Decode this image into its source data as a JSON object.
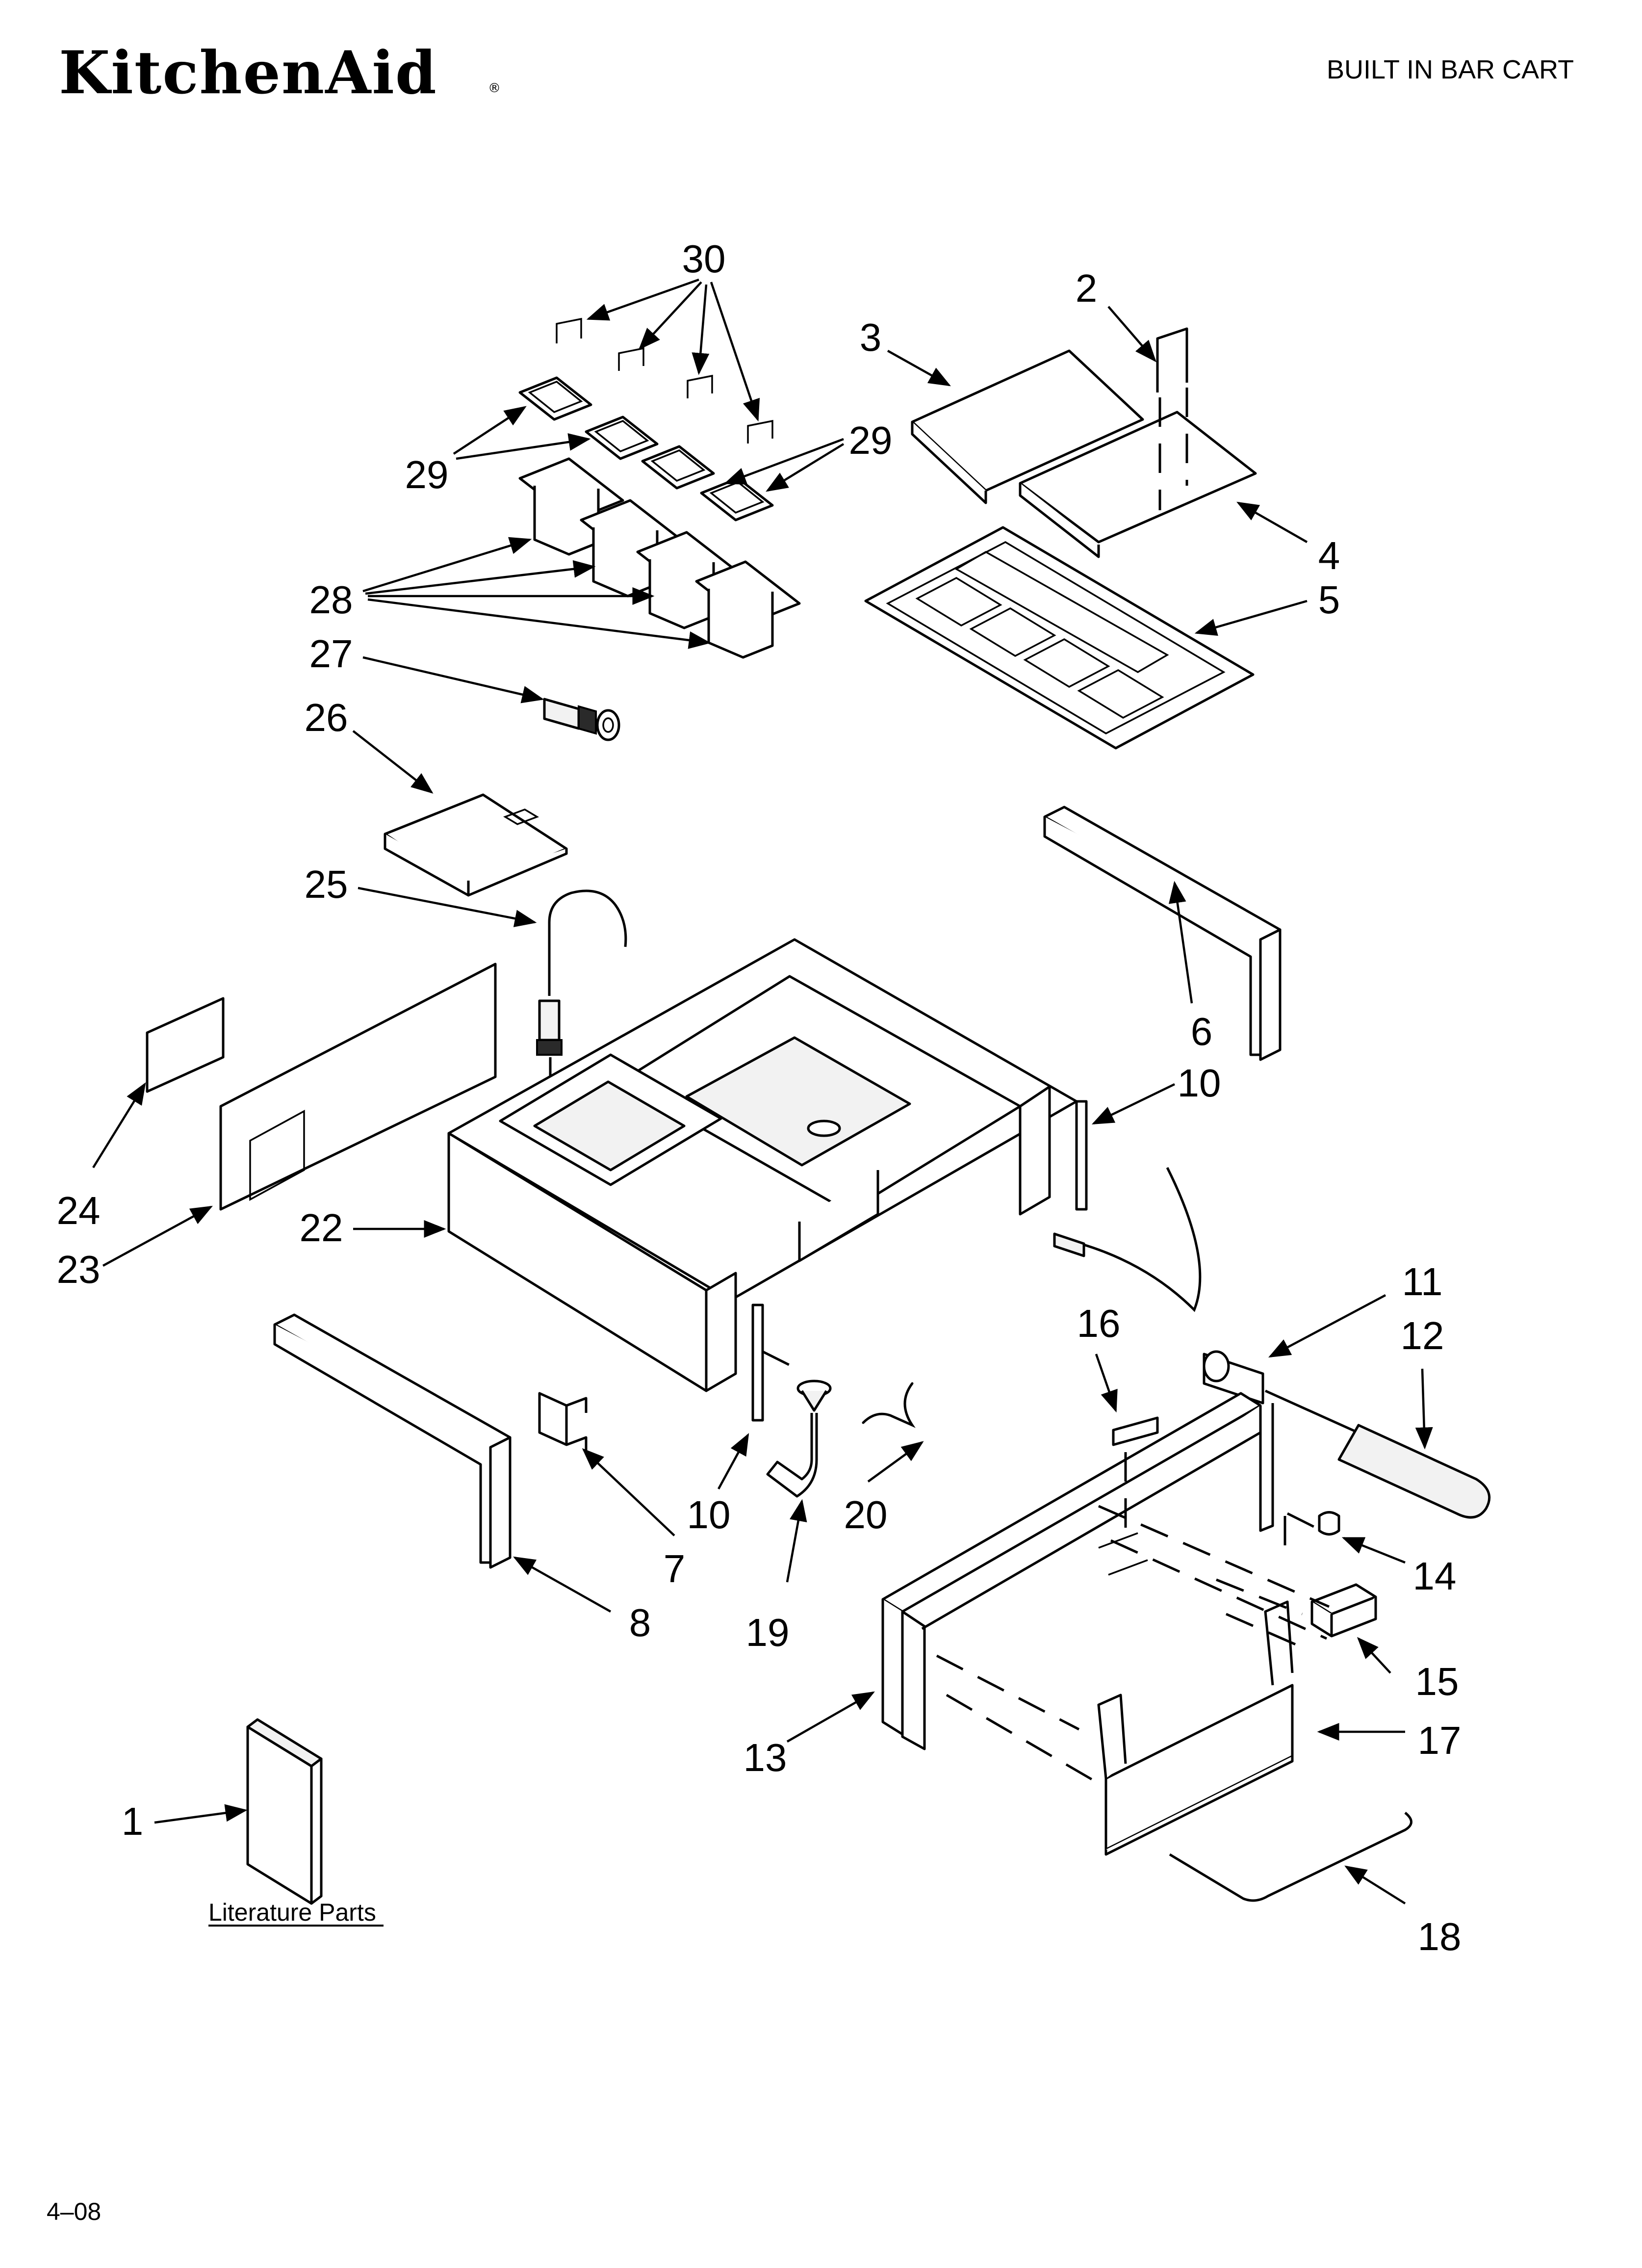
{
  "header": {
    "brand": "KitchenAid",
    "brand_mark": "®",
    "title": "BUILT IN BAR CART"
  },
  "literature_label": "Literature Parts",
  "footer": {
    "date_code": "4–08"
  },
  "callouts": [
    "1",
    "2",
    "3",
    "4",
    "5",
    "6",
    "7",
    "8",
    "10",
    "10",
    "11",
    "12",
    "13",
    "14",
    "15",
    "16",
    "17",
    "18",
    "19",
    "20",
    "22",
    "23",
    "24",
    "25",
    "26",
    "27",
    "28",
    "29",
    "29",
    "30"
  ]
}
